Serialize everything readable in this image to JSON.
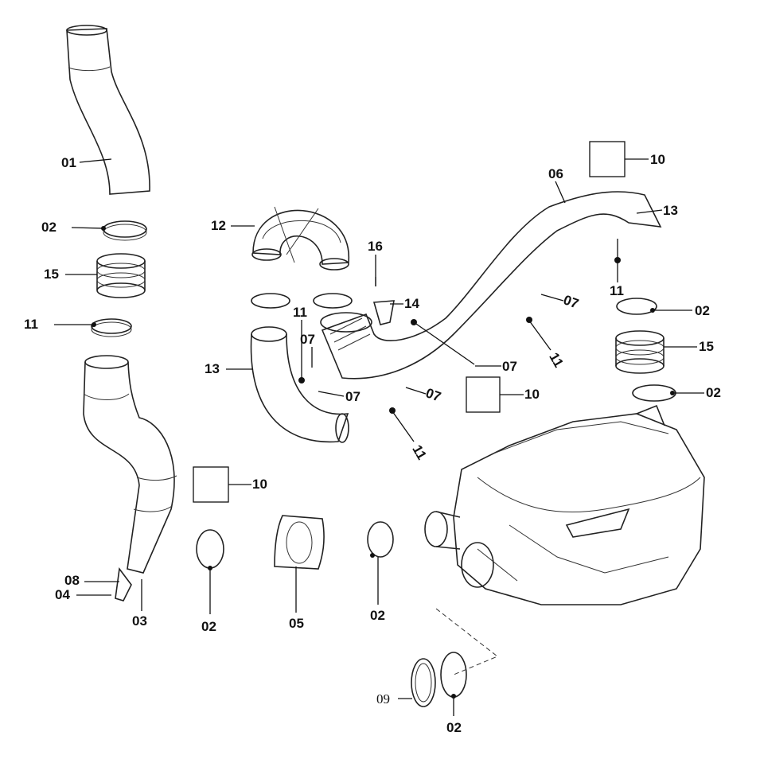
{
  "callouts": {
    "c01": "01",
    "c02a": "02",
    "c15a": "15",
    "c11a": "11",
    "c12": "12",
    "c16": "16",
    "c14": "14",
    "c11b": "11",
    "c07a": "07",
    "c13a": "13",
    "c07b": "07",
    "c07c": "07",
    "c07d": "07",
    "c11c": "11",
    "c10a": "10",
    "c06": "06",
    "c13b": "13",
    "c11d": "11",
    "c07e": "07",
    "c11e": "11",
    "c02b": "02",
    "c15b": "15",
    "c02c": "02",
    "c10b": "10",
    "c10c": "10",
    "c08": "08",
    "c04": "04",
    "c03": "03",
    "c02d": "02",
    "c05": "05",
    "c02e": "02",
    "c09": "09",
    "c02f": "02"
  }
}
